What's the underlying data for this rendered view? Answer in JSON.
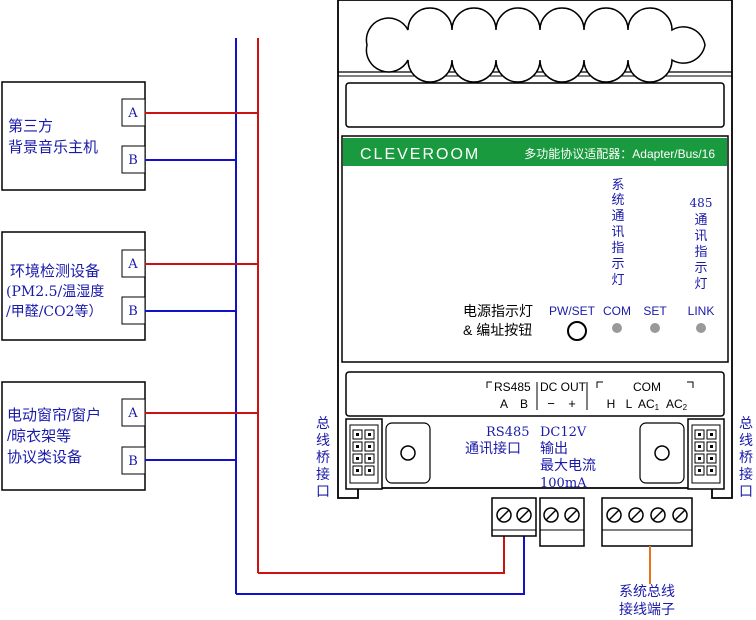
{
  "devices": [
    {
      "lines": [
        "第三方",
        "背景音乐主机"
      ],
      "a": "A",
      "b": "B"
    },
    {
      "lines": [
        "环境检测设备",
        "(PM2.5/温湿度",
        "/甲醛/CO2等）"
      ],
      "a": "A",
      "b": "B"
    },
    {
      "lines": [
        "电动窗帘/窗户",
        "/晾衣架等",
        "协议类设备"
      ],
      "a": "A",
      "b": "B"
    }
  ],
  "module": {
    "brand": "CLEVEROOM",
    "title": "多功能协议适配器：Adapter/Bus/16",
    "sys_indicator_vertical": [
      "系",
      "统",
      "通",
      "讯",
      "指",
      "示",
      "灯"
    ],
    "rs485_indicator_vertical": [
      "485",
      "通",
      "讯",
      "指",
      "示",
      "灯"
    ],
    "power_label_1": "电源指示灯",
    "power_label_2": "& 编址按钮",
    "btn_labels": [
      "PW/SET",
      "COM",
      "SET",
      "LINK"
    ],
    "term_rs485": "RS485",
    "term_rs485_a": "A",
    "term_rs485_b": "B",
    "term_dcout": "DC OUT",
    "term_dc_minus": "−",
    "term_dc_plus": "+",
    "term_com": "COM",
    "term_com_h": "H",
    "term_com_l": "L",
    "term_com_ac1": "AC",
    "term_com_ac1_sub": "1",
    "term_com_ac2": "AC",
    "term_com_ac2_sub": "2",
    "bridge_left": [
      "总",
      "线",
      "桥",
      "接",
      "口"
    ],
    "bridge_right": [
      "总",
      "线",
      "桥",
      "接",
      "口"
    ],
    "rs485_port_1": "RS485",
    "rs485_port_2": "通讯接口",
    "dc_port": [
      "DC12V",
      "输出",
      "最大电流",
      "100mA"
    ],
    "sys_bus_1": "系统总线",
    "sys_bus_2": "接线端子"
  },
  "colors": {
    "red": "#cc1111",
    "blue": "#1111cc",
    "green": "#1a9a3e",
    "orange": "#e8731a",
    "text_blue": "#1a1aaa"
  }
}
